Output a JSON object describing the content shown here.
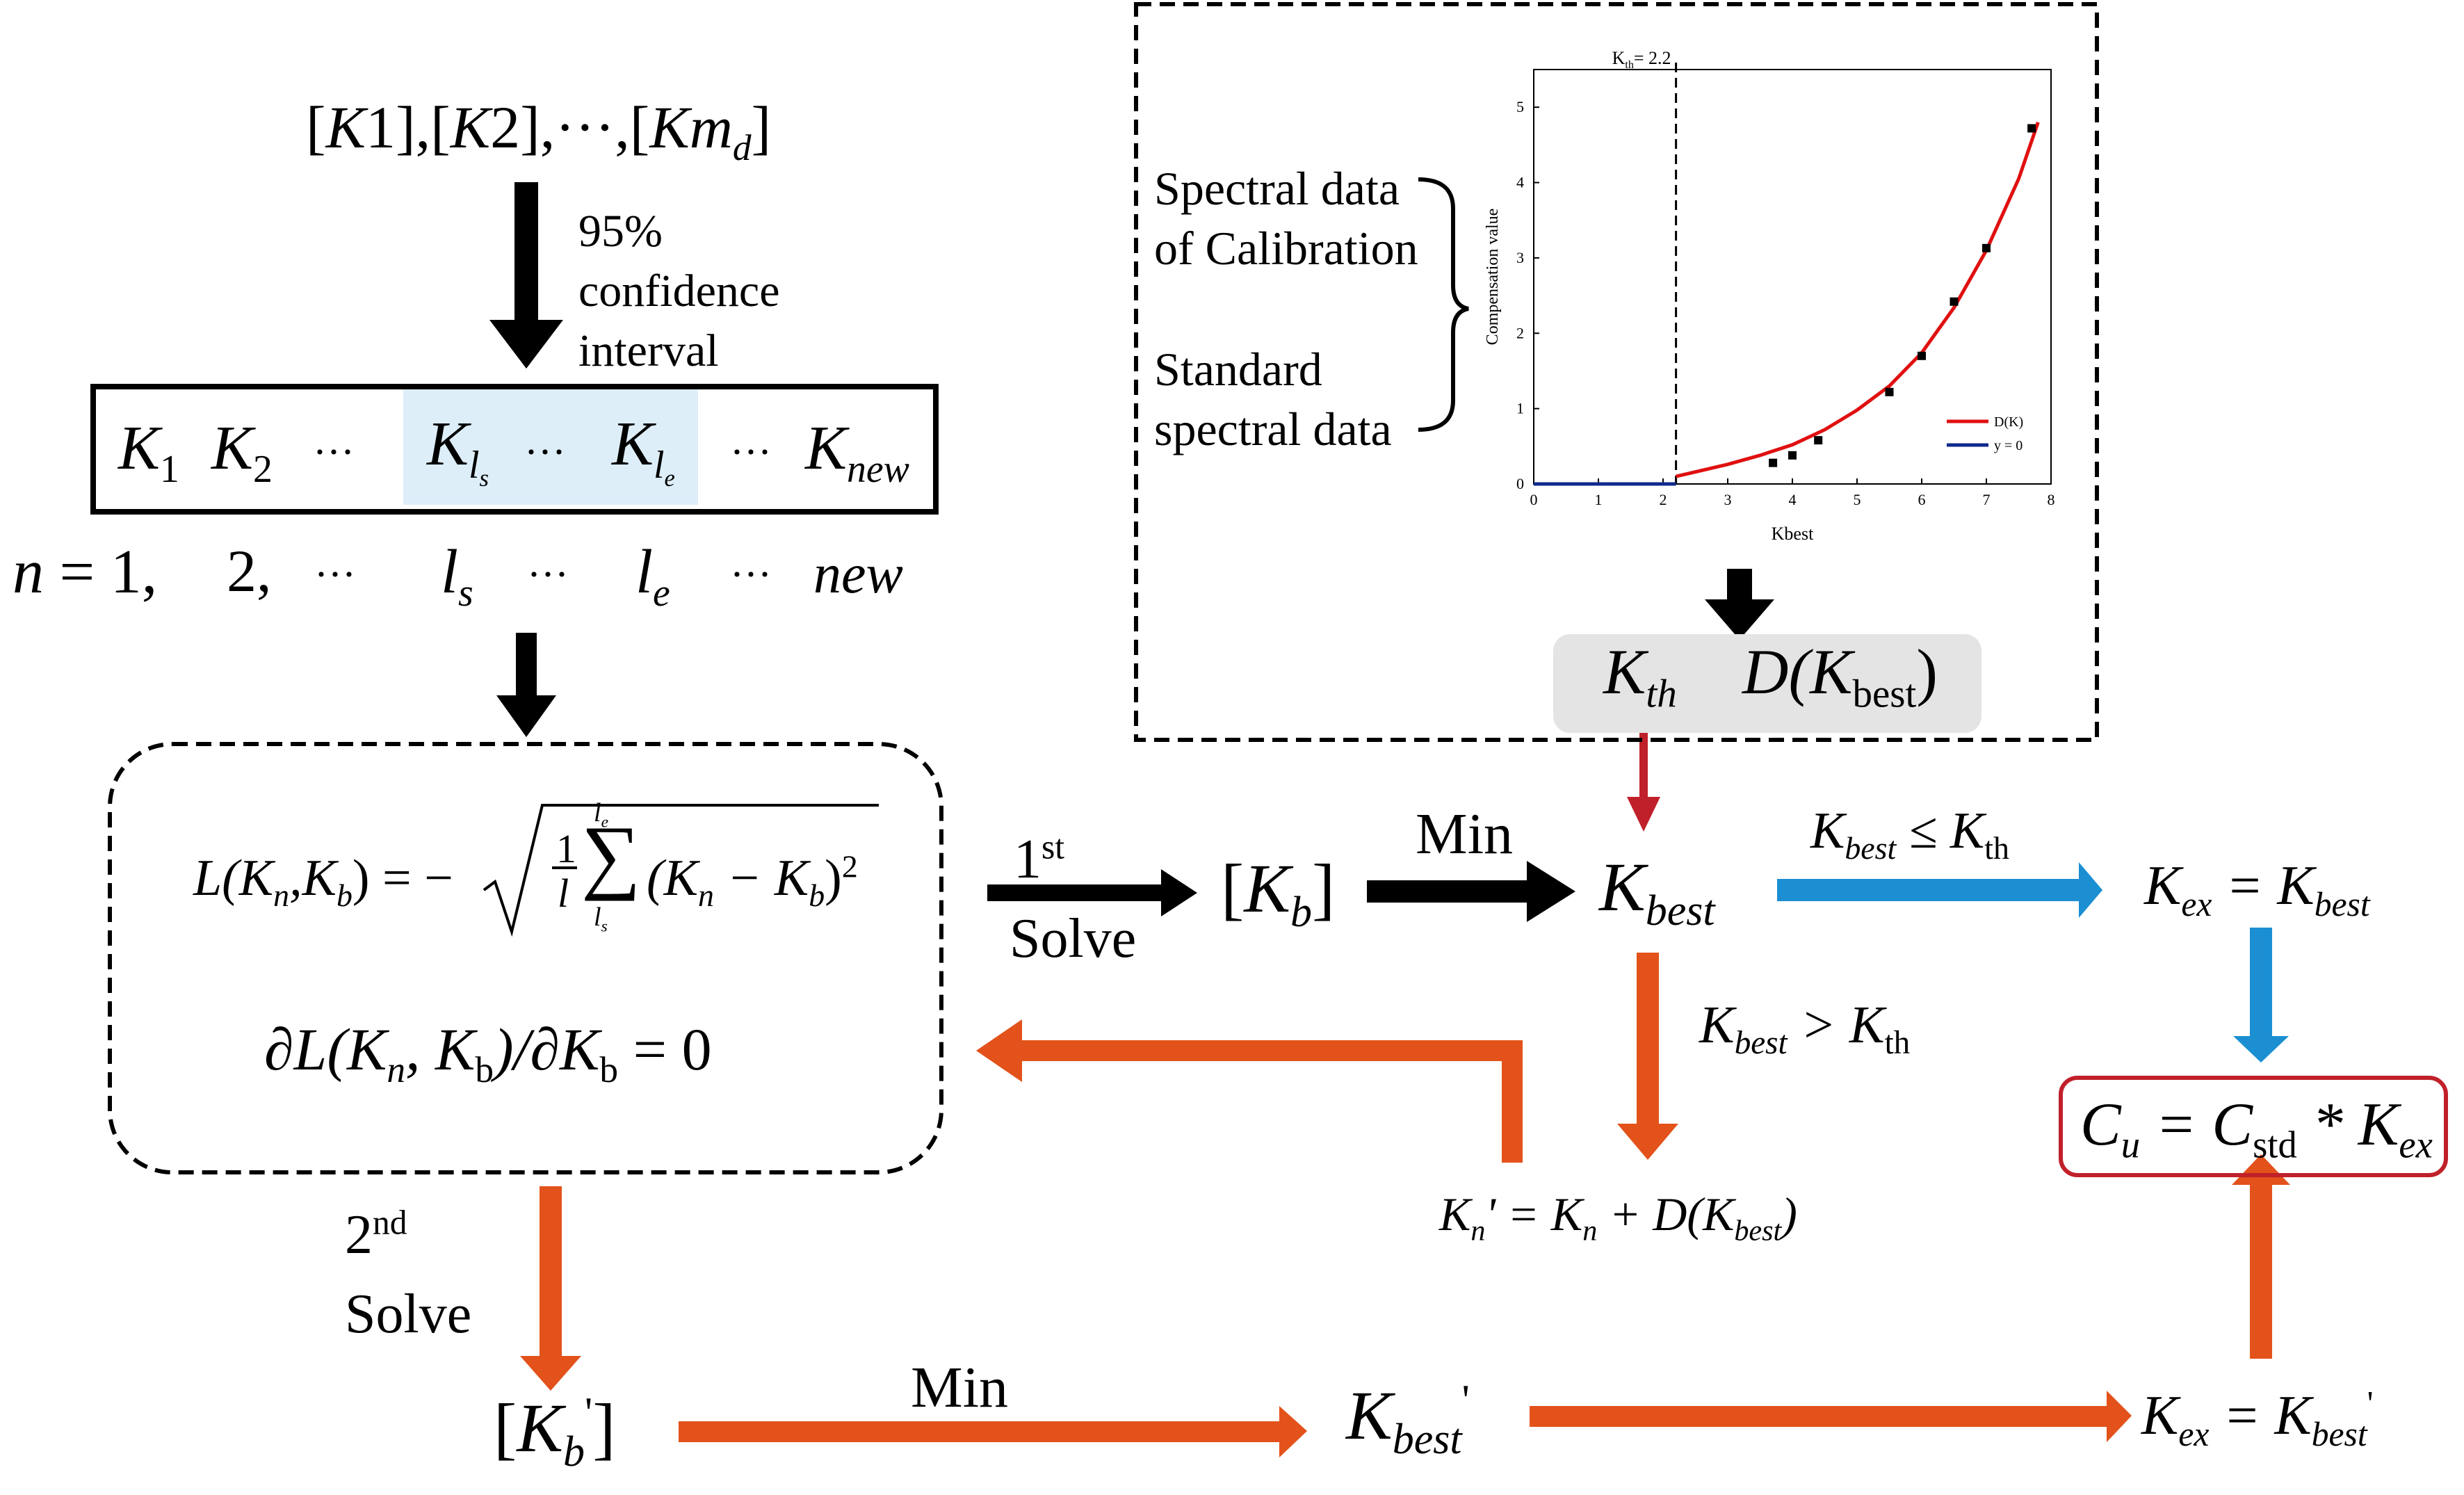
{
  "colors": {
    "black": "#000000",
    "orange": "#e2521a",
    "blue": "#1b8fd2",
    "red_arrow": "#c0202a",
    "highlight": "#ddeef9",
    "kth_box": "#e4e4e4",
    "result_border": "#c0202a",
    "curve": "#e01010",
    "zero_line": "#102a8c"
  },
  "top_input": {
    "k1": "K",
    "k1_n": "1",
    "k2": "K",
    "k2_n": "2",
    "km": "Km",
    "km_sub": "d",
    "dots": "···"
  },
  "confidence": {
    "line1": "95%",
    "line2": "confidence",
    "line3": "interval"
  },
  "sequence": {
    "K": "K",
    "k1_sub": "1",
    "k2_sub": "2",
    "ls_sub": "l",
    "ls_subsub": "s",
    "le_sub": "l",
    "le_subsub": "e",
    "new_sub": "new",
    "dots": "···"
  },
  "n_row": {
    "n": "n",
    "eq": "=",
    "one": "1,",
    "two": "2,",
    "dots": "···",
    "ls": "l",
    "ls_sub": "s",
    "le": "l",
    "le_sub": "e",
    "new": "new"
  },
  "loss": {
    "lhs": "L(K",
    "n": "n",
    "comma": ",K",
    "b": "b",
    "close": ") = −",
    "frac_num": "1",
    "frac_den": "l",
    "sum": "∑",
    "sum_top": "l",
    "sum_top_sub": "e",
    "sum_bot": "l",
    "sum_bot_sub": "s",
    "term": "(K",
    "term_n": "n",
    "minus": " − K",
    "term_b": "b",
    "term_close": ")",
    "sq": "2",
    "deriv": "∂L(K",
    "deriv_n": "n",
    "deriv_mid": ", K",
    "deriv_b1": "b",
    "deriv_close": ")/∂K",
    "deriv_b2": "b",
    "deriv_eq": " = 0"
  },
  "first_solve": {
    "num": "1",
    "sup": "st",
    "label": "Solve"
  },
  "kb": {
    "K": "K",
    "sub": "b"
  },
  "min1": "Min",
  "kbest": {
    "K": "K",
    "sub": "best"
  },
  "cond_le": {
    "K": "K",
    "sub": "best",
    "op": " ≤ K",
    "th": "th"
  },
  "kex": {
    "K": "K",
    "sub": "ex",
    "eq": " = K",
    "best": "best"
  },
  "cond_gt": {
    "K": "K",
    "sub": "best",
    "op": " > K",
    "th": "th"
  },
  "kn_prime": {
    "K": "K",
    "n": "n",
    "prime": "'",
    "eq": " = K",
    "n2": "n",
    "plus": " + D(K",
    "best": "best",
    "close": ")"
  },
  "result": {
    "C": "C",
    "u": "u",
    "eq": " = C",
    "std": "std",
    "star": " * K",
    "ex": "ex"
  },
  "second_solve": {
    "num": "2",
    "sup": "nd",
    "label": "Solve"
  },
  "kb_prime": {
    "K": "K",
    "sub": "b",
    "prime": "'"
  },
  "min2": "Min",
  "kbest_prime": {
    "K": "K",
    "sub": "best",
    "prime": "'"
  },
  "kex_prime": {
    "K": "K",
    "sub": "ex",
    "eq": " = K",
    "best": "best",
    "prime": "'"
  },
  "kth_box": {
    "K": "K",
    "th": "th",
    "D": "D(K",
    "best": "best",
    "close": ")"
  },
  "spectral": {
    "line1": "Spectral data",
    "line2": "of Calibration",
    "line3": "Standard",
    "line4": "spectral data"
  },
  "chart_data": {
    "type": "line",
    "xlabel": "Kbest",
    "ylabel": "Compensation value",
    "xlim": [
      0,
      8
    ],
    "ylim": [
      0,
      5.5
    ],
    "xticks": [
      "0",
      "1",
      "2",
      "3",
      "4",
      "5",
      "6",
      "7",
      "8"
    ],
    "yticks": [
      "0",
      "1",
      "2",
      "3",
      "4",
      "5"
    ],
    "threshold_label": "K",
    "threshold_sub": "th",
    "threshold_value": "= 2.2",
    "threshold": 2.2,
    "legend_placement": "bottom-right",
    "series": [
      {
        "name": "D(K)",
        "color": "#e01010",
        "x": [
          2.2,
          2.5,
          3.0,
          3.5,
          4.0,
          4.5,
          5.0,
          5.5,
          6.0,
          6.5,
          7.0,
          7.5,
          7.8
        ],
        "y": [
          0.1,
          0.16,
          0.26,
          0.38,
          0.52,
          0.72,
          0.98,
          1.3,
          1.74,
          2.34,
          3.1,
          4.05,
          4.8
        ]
      },
      {
        "name": "y = 0",
        "color": "#102a8c",
        "x": [
          0,
          2.2
        ],
        "y": [
          0,
          0
        ]
      }
    ],
    "points": {
      "x": [
        3.7,
        4.0,
        4.4,
        5.5,
        6.0,
        6.5,
        7.0,
        7.7
      ],
      "y": [
        0.28,
        0.38,
        0.58,
        1.22,
        1.7,
        2.42,
        3.13,
        4.72
      ]
    }
  }
}
